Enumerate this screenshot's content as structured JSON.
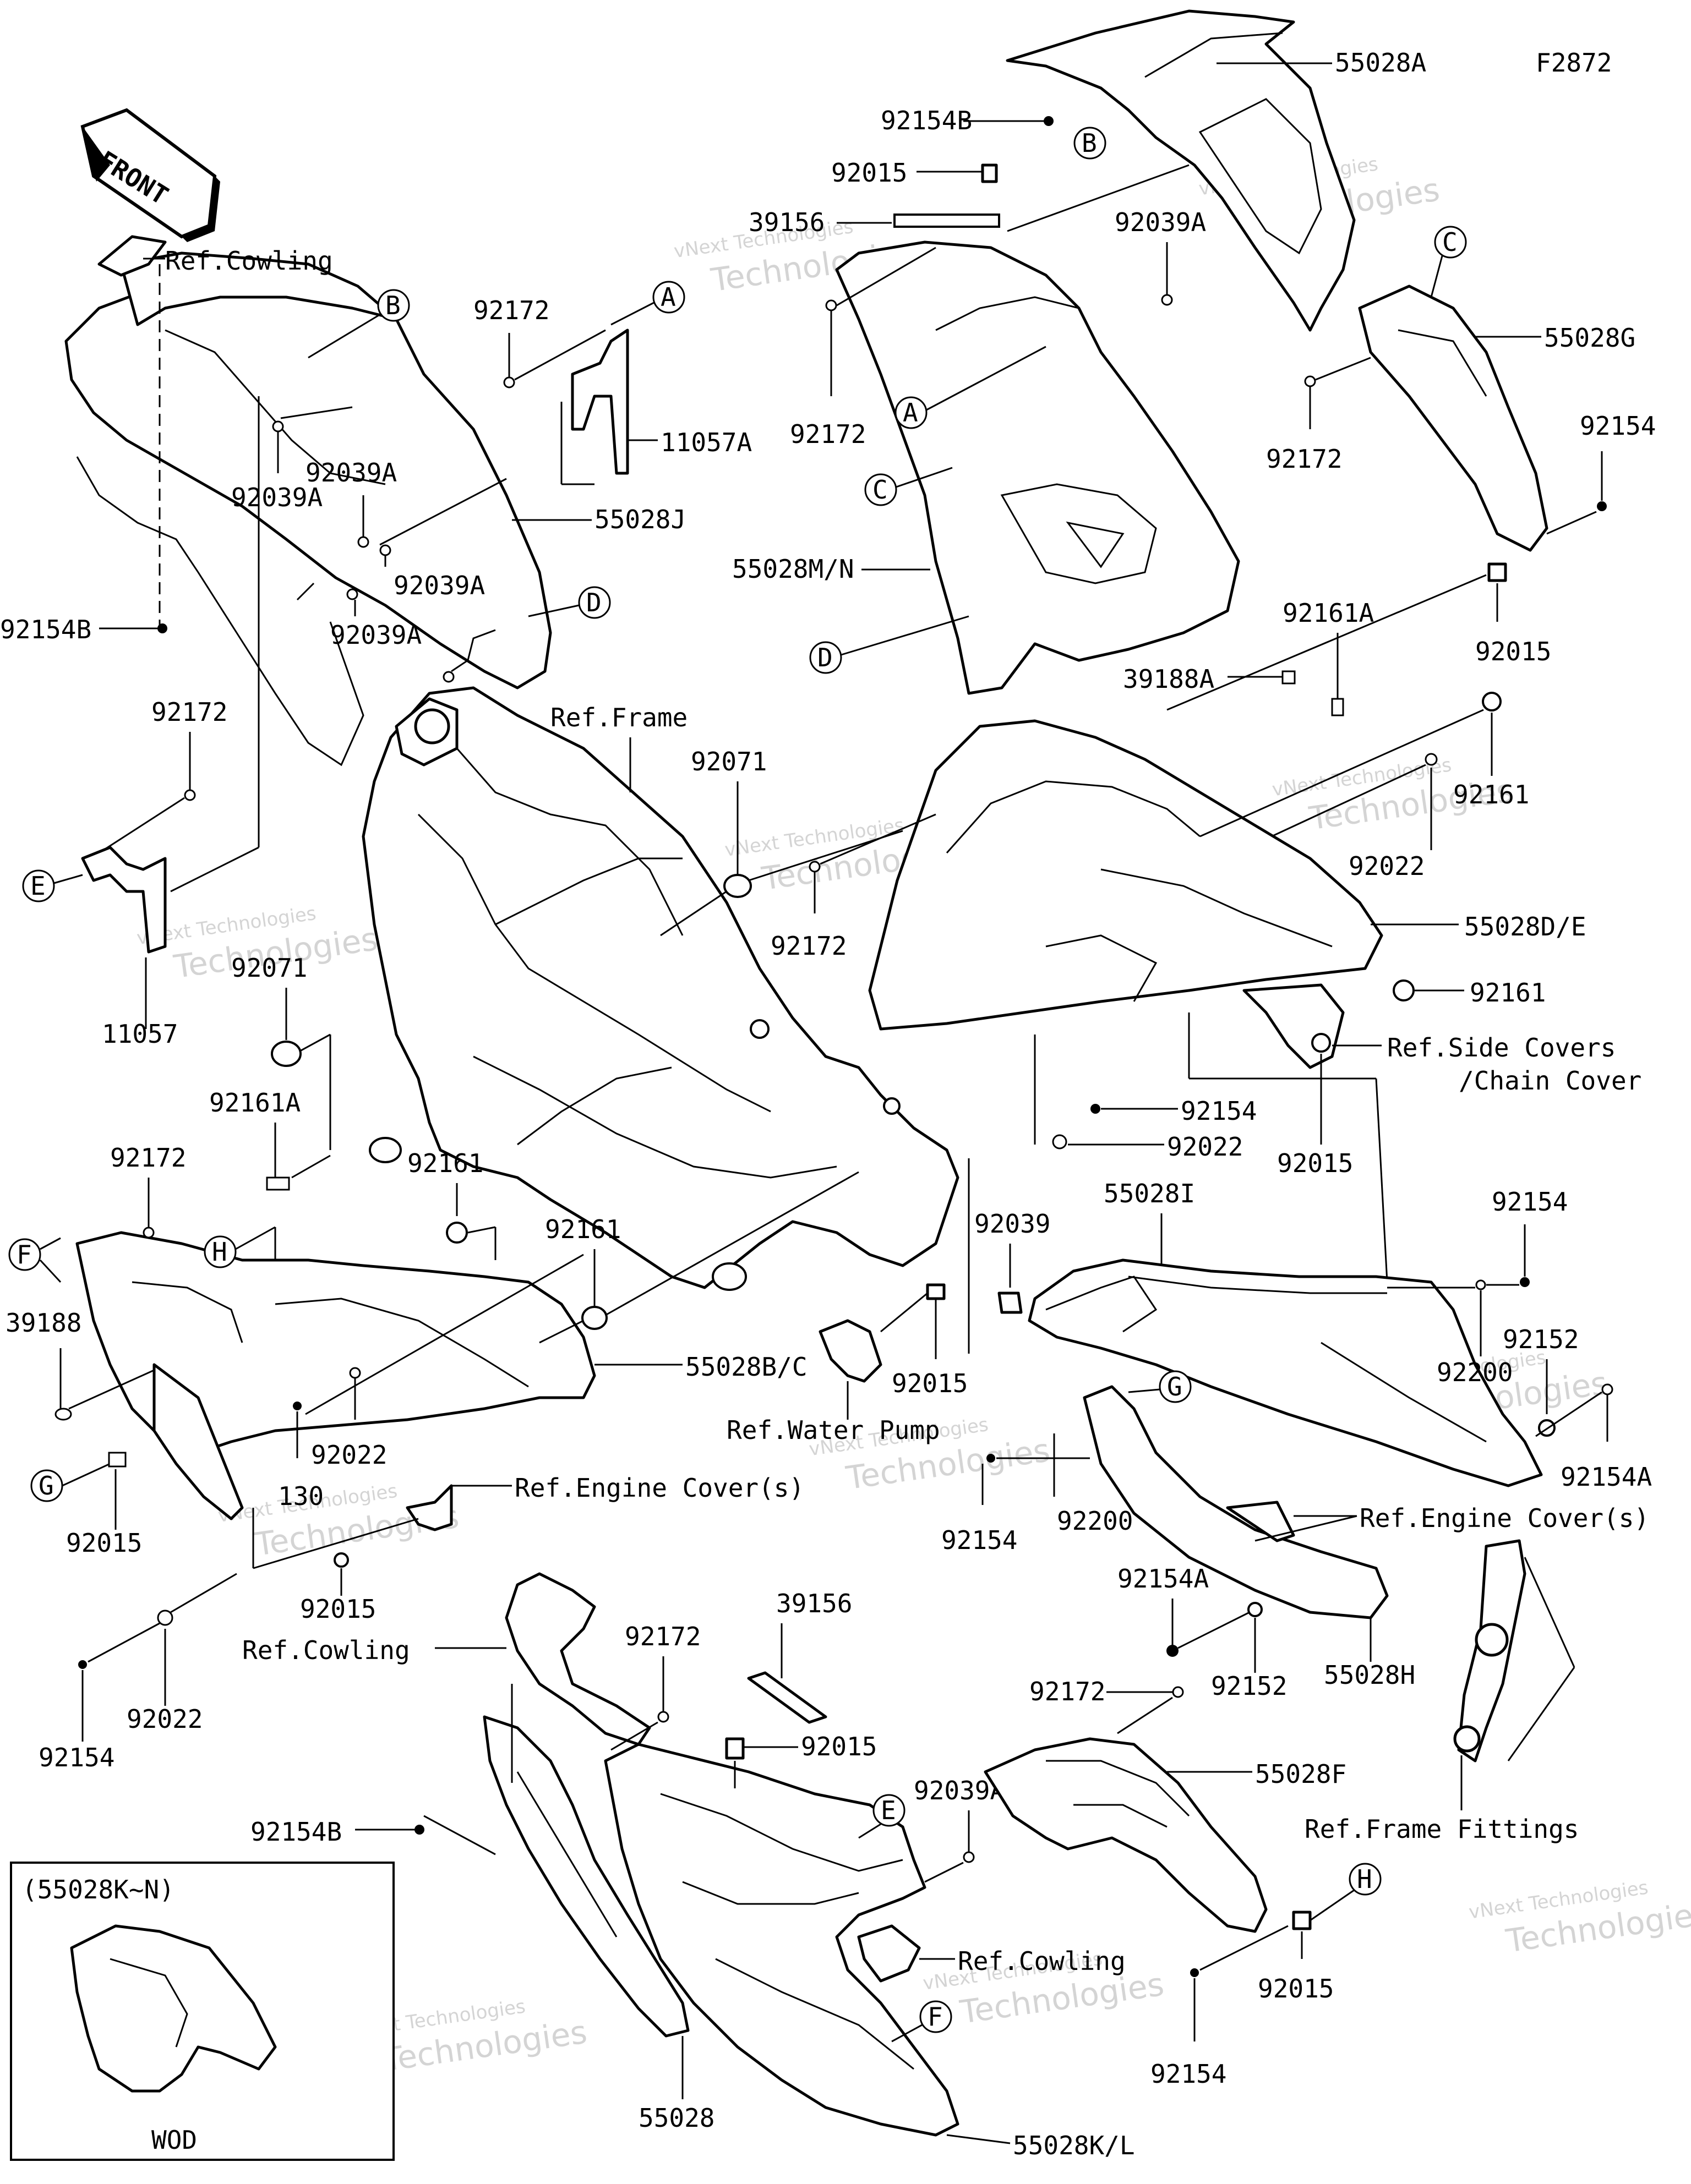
{
  "diagram": {
    "figure_code": "F2872",
    "front_arrow_label": "FRONT",
    "watermark": {
      "line1": "vNext Technologies",
      "line2": "Technologies"
    },
    "inset": {
      "title": "(55028K~N)",
      "caption": "WOD"
    },
    "callouts": {
      "A": "A",
      "B": "B",
      "C": "C",
      "D": "D",
      "E": "E",
      "F": "F",
      "G": "G",
      "H": "H"
    },
    "labels": {
      "p55028A": "55028A",
      "p92154B_top": "92154B",
      "p92015_top": "92015",
      "p39156_top": "39156",
      "p92039A_top": "92039A",
      "p55028G": "55028G",
      "p92172_ul": "92172",
      "p92172_ur": "92172",
      "p92154_r": "92154",
      "p55028MN": "55028M/N",
      "p92015_r": "92015",
      "p92161A_r": "92161A",
      "p39188A": "39188A",
      "p92161_r": "92161",
      "p92022_r": "92022",
      "p55028DE": "55028D/E",
      "p92161_r2": "92161",
      "refSideCovers1": "Ref.Side Covers",
      "refSideCovers2": "/Chain Cover",
      "p92154_mid": "92154",
      "p92022_mid": "92022",
      "p92015_mid": "92015",
      "refCowling_top": "Ref.Cowling",
      "p92172_left": "92172",
      "p11057A": "11057A",
      "p92039A_l1": "92039A",
      "p92039A_l2": "92039A",
      "p55028J": "55028J",
      "p92039A_l3": "92039A",
      "p92039A_l4": "92039A",
      "p92154B_left": "92154B",
      "refFrame": "Ref.Frame",
      "p92071_a": "92071",
      "p92172_mid": "92172",
      "p92172_e": "92172",
      "p11057": "11057",
      "p92071_b": "92071",
      "p92161A_l": "92161A",
      "p92172_f": "92172",
      "p92161_l": "92161",
      "p92161_l2": "92161",
      "p39188": "39188",
      "p55028BC": "55028B/C",
      "p92022_l": "92022",
      "p130": "130",
      "p92015_l": "92015",
      "refEngineCover_l": "Ref.Engine Cover(s)",
      "p92015_l2": "92015",
      "p92022_l2": "92022",
      "p92154_l": "92154",
      "refWaterPump": "Ref.Water Pump",
      "p92039": "92039",
      "p92015_wp": "92015",
      "p55028I": "55028I",
      "p92154_ri": "92154",
      "p92200_r": "92200",
      "p92152_r": "92152",
      "p92154A_r": "92154A",
      "p92200_l": "92200",
      "p92154_rl": "92154",
      "refEngineCover_r": "Ref.Engine Cover(s)",
      "p92154A_b": "92154A",
      "p92152_b": "92152",
      "p55028H": "55028H",
      "refFrameFittings": "Ref.Frame Fittings",
      "refCowling_bl": "Ref.Cowling",
      "p92172_b": "92172",
      "p39156_b": "39156",
      "p92015_b": "92015",
      "p92039A_b": "92039A",
      "p92172_b2": "92172",
      "p55028F": "55028F",
      "p92154B_b": "92154B",
      "refCowling_b": "Ref.Cowling",
      "p92015_b2": "92015",
      "p92154_b": "92154",
      "p55028": "55028",
      "p55028KL": "55028K/L"
    }
  }
}
